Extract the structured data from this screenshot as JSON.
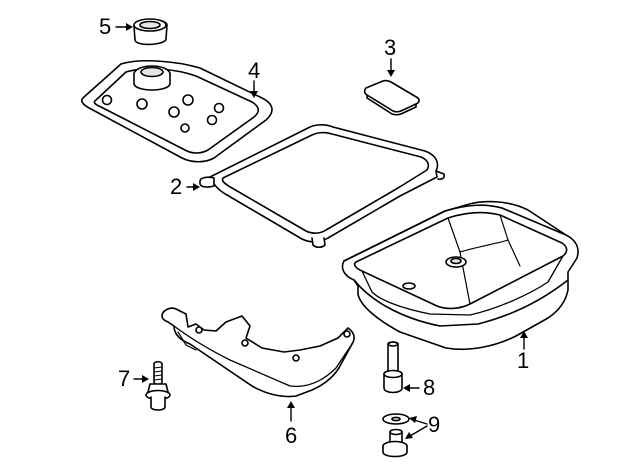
{
  "callouts": [
    {
      "id": "1",
      "label": "1"
    },
    {
      "id": "2",
      "label": "2"
    },
    {
      "id": "3",
      "label": "3"
    },
    {
      "id": "4",
      "label": "4"
    },
    {
      "id": "5",
      "label": "5"
    },
    {
      "id": "6",
      "label": "6"
    },
    {
      "id": "7",
      "label": "7"
    },
    {
      "id": "8",
      "label": "8"
    },
    {
      "id": "9",
      "label": "9"
    }
  ],
  "colors": {
    "stroke": "#000000",
    "fill": "#ffffff",
    "shade": "#e6e6e6"
  }
}
